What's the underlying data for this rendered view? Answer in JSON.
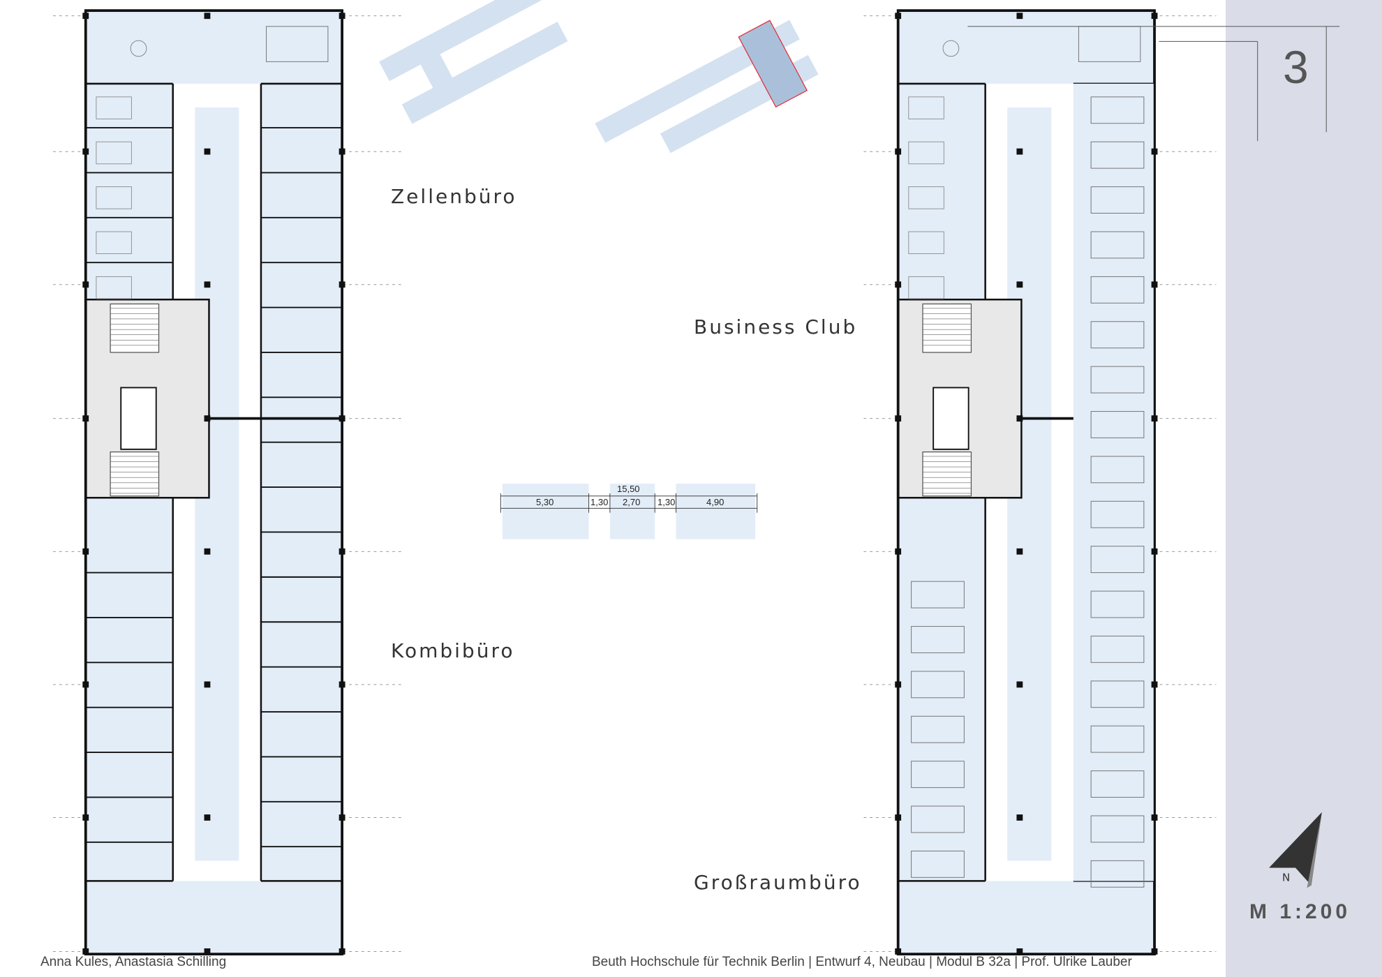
{
  "labels": {
    "cell_office": "Zellenbüro",
    "business_club": "Business Club",
    "combi_office": "Kombibüro",
    "open_plan_office": "Großraumbüro"
  },
  "dimensions": {
    "total": "15,50",
    "segments": [
      "5,30",
      "1,30",
      "2,70",
      "1,30",
      "4,90"
    ]
  },
  "sheet": {
    "number": "3",
    "scale": "M 1:200",
    "north_label": "N"
  },
  "footer": {
    "authors": "Anna Kules,  Anastasia Schilling",
    "credits": "Beuth Hochschule für Technik Berlin | Entwurf 4,  Neubau | Modul B 32a | Prof. Ulrike Lauber"
  },
  "colors": {
    "room_fill": "#e3edf8",
    "core_fill": "#e8e8e8",
    "panel": "#dadde8",
    "wall": "#111111",
    "highlight": "#e0303a"
  }
}
